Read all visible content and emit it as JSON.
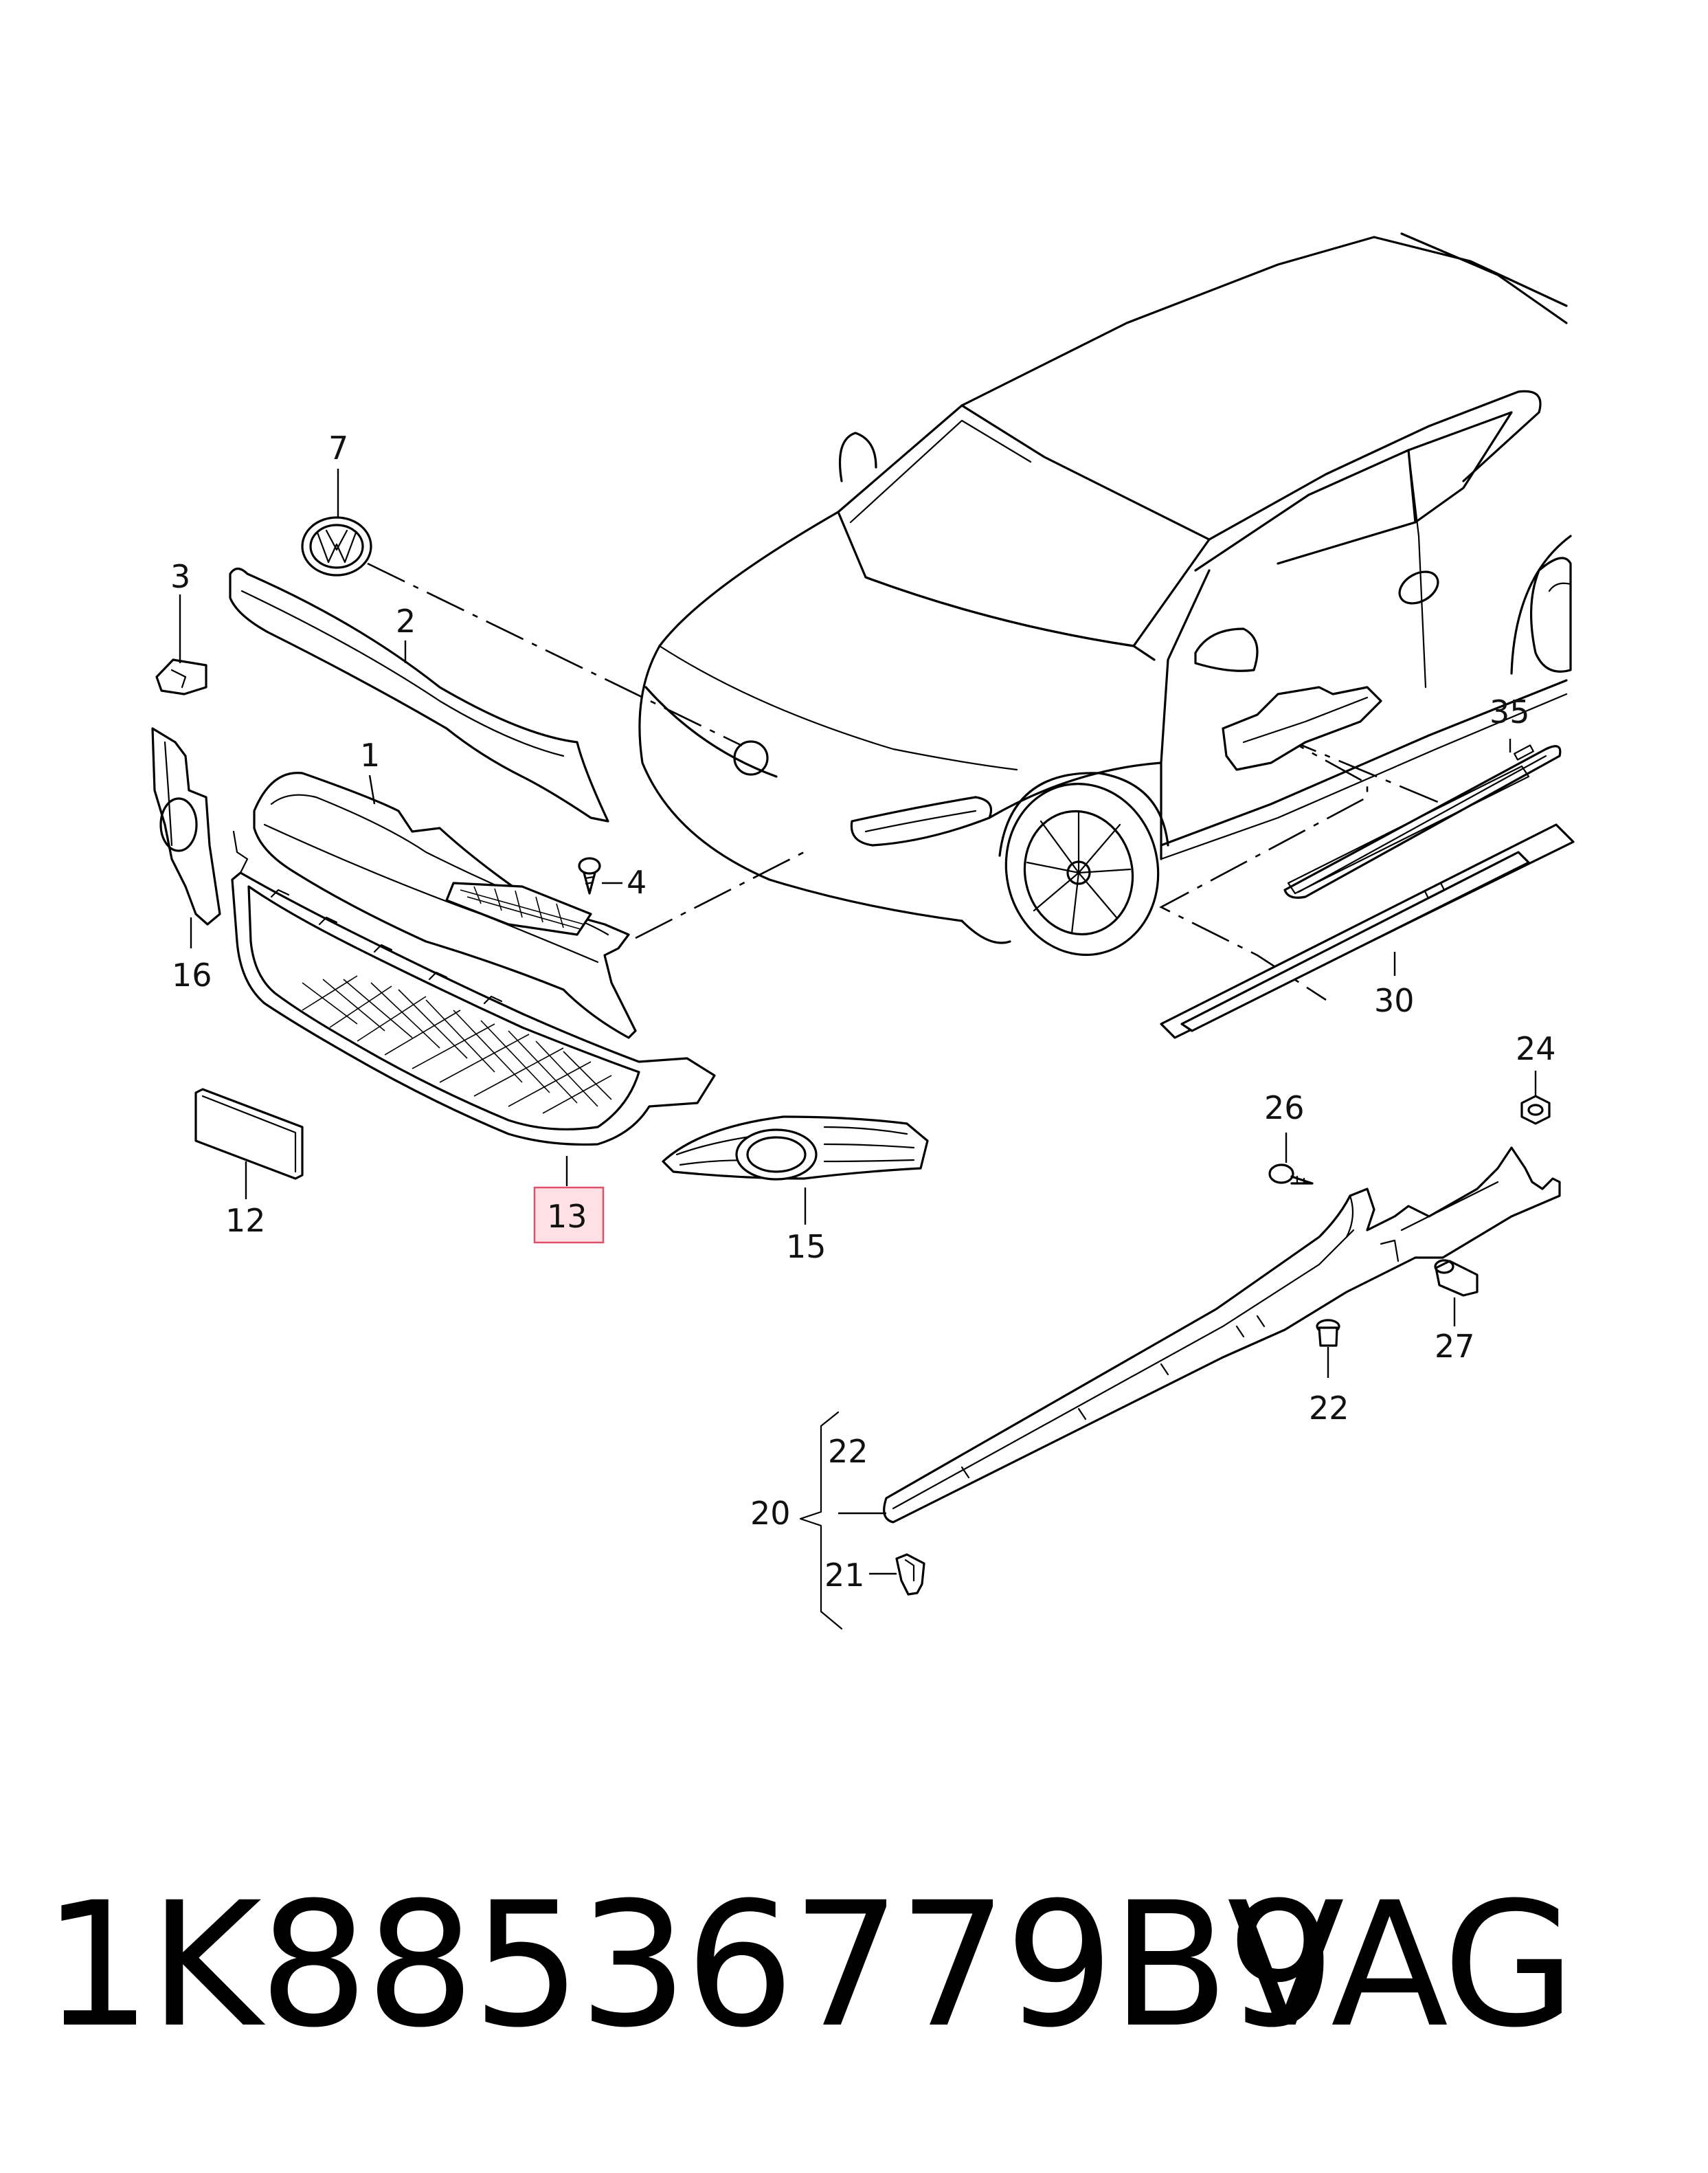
{
  "callouts": {
    "c1": "1",
    "c2": "2",
    "c3": "3",
    "c4": "4",
    "c7": "7",
    "c12": "12",
    "c13": "13",
    "c15": "15",
    "c16": "16",
    "c20": "20",
    "c21": "21",
    "c22_upper": "22",
    "c22_lower": "22",
    "c24": "24",
    "c26": "26",
    "c27": "27",
    "c30": "30",
    "c35": "35"
  },
  "highlighted_callout": "13",
  "highlight_color": "#e0506a",
  "footer": {
    "part_number": "1K88536779B9",
    "brand": "VAG"
  }
}
